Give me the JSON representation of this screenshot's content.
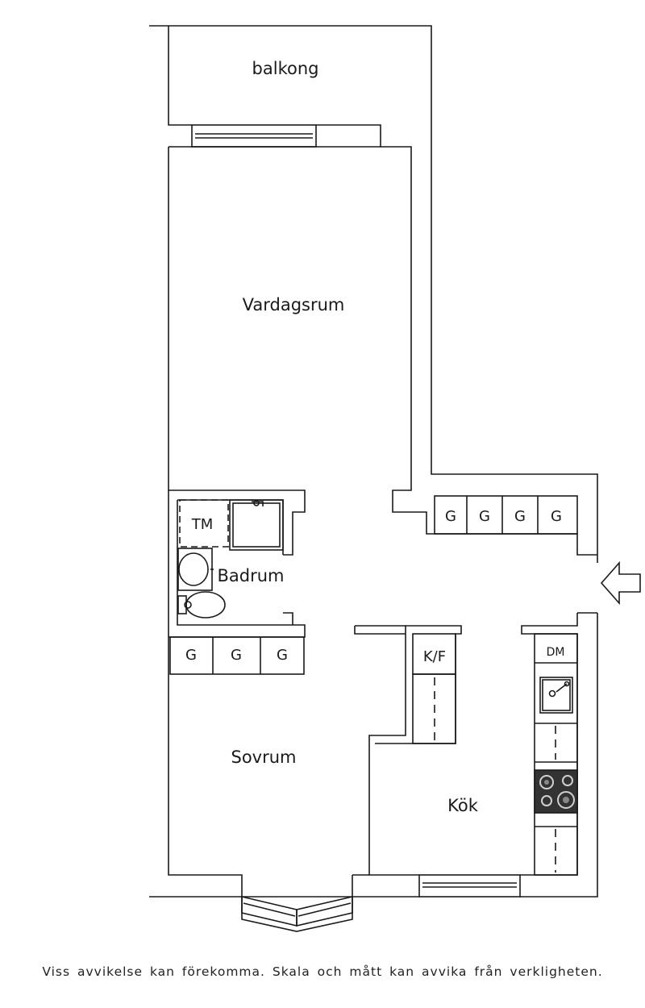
{
  "rooms": {
    "balcony": "balkong",
    "living": "Vardagsrum",
    "bathroom": "Badrum",
    "bedroom": "Sovrum",
    "kitchen": "Kök"
  },
  "fixtures": {
    "laundry": "TM",
    "fridge_freezer": "K/F",
    "dishwasher": "DM",
    "wardrobe_hall": [
      "G",
      "G",
      "G",
      "G"
    ],
    "wardrobe_bedroom": [
      "G",
      "G",
      "G"
    ]
  },
  "icons": {
    "entrance": "entrance-arrow-icon",
    "sink": "kitchen-sink-icon",
    "stove": "stove-icon",
    "shower": "shower-icon",
    "washbasin": "washbasin-icon",
    "toilet": "toilet-icon"
  },
  "colors": {
    "line": "#1a1a1a",
    "stove": "#333333",
    "background": "#ffffff"
  },
  "disclaimer": "Viss avvikelse kan förekomma. Skala och mått kan avvika från verkligheten."
}
